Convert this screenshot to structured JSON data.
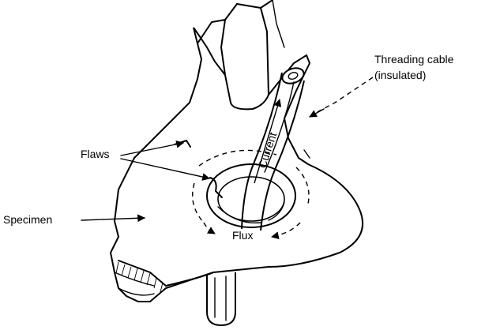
{
  "labels": {
    "threading_cable_line1": "Threading cable",
    "threading_cable_line2": "(insulated)",
    "flaws": "Flaws",
    "specimen": "Specimen",
    "current": "Current",
    "flux": "Flux"
  }
}
